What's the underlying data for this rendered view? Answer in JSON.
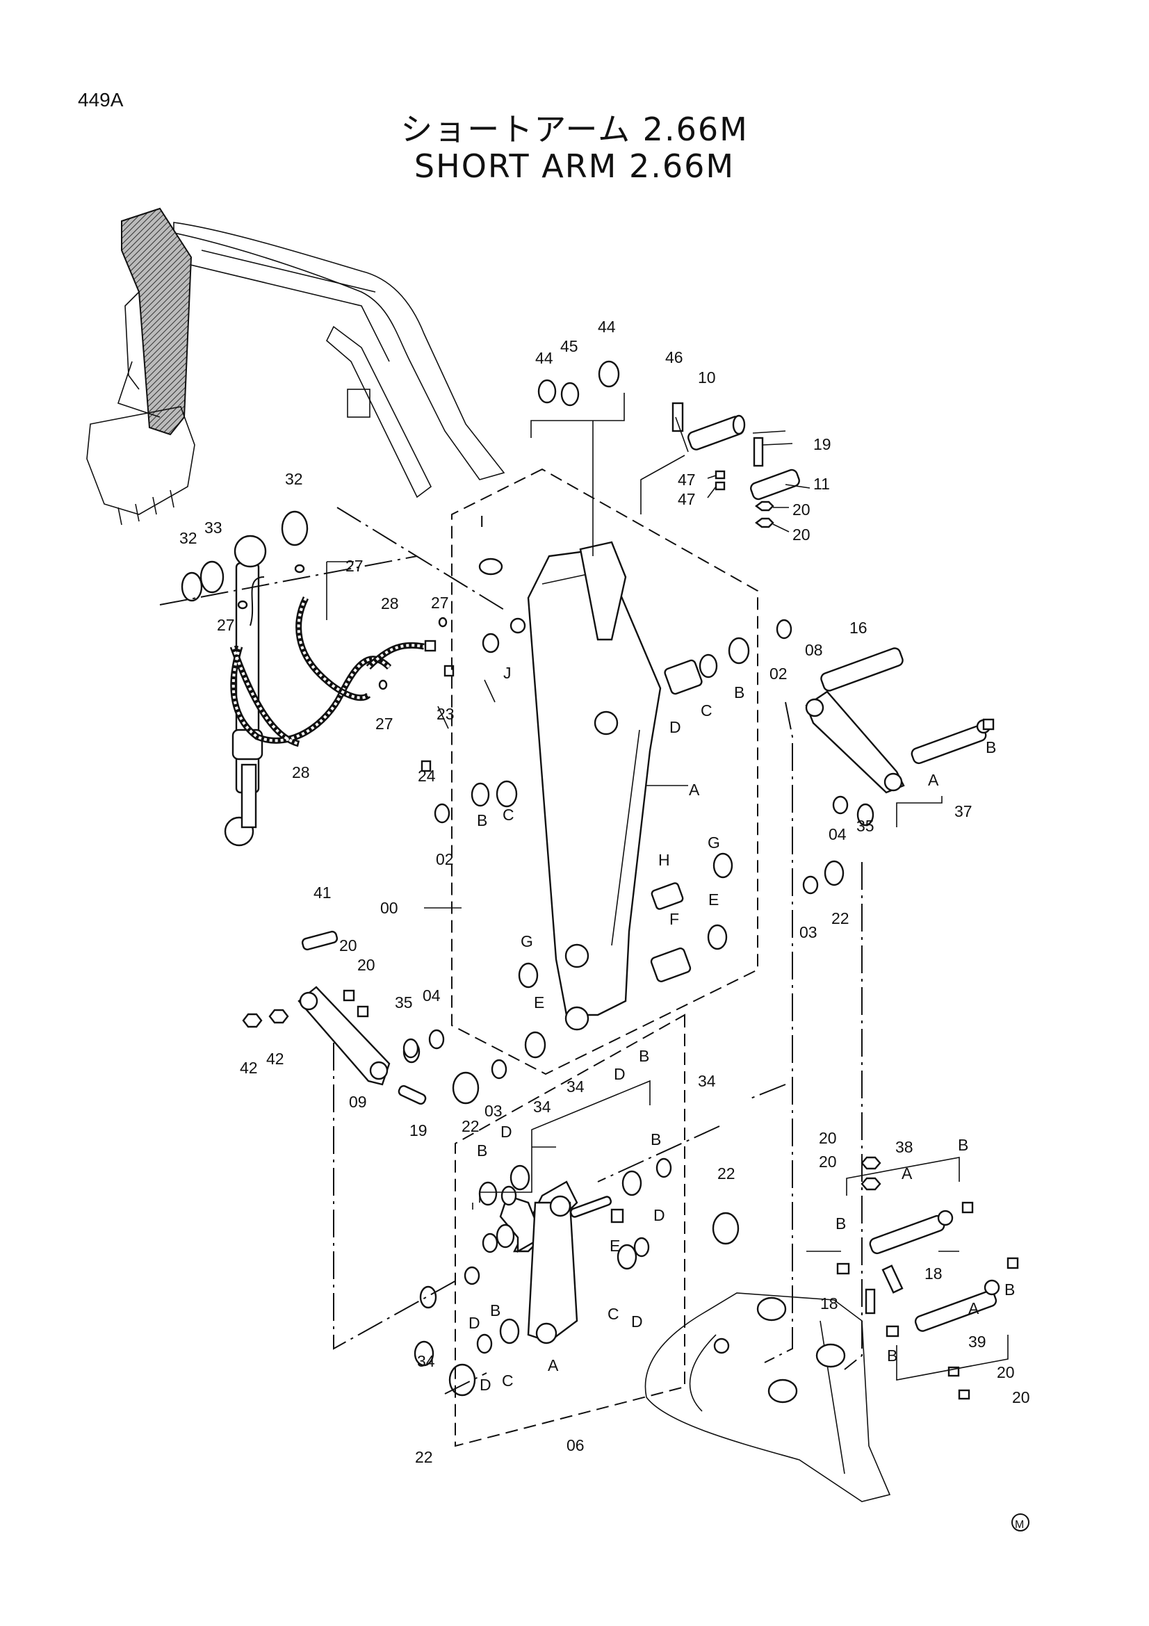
{
  "page_id": "449A",
  "title_jp": "ショートアーム 2.66M",
  "title_en": "SHORT ARM 2.66M",
  "mark": "M",
  "callouts": [
    {
      "id": "c44a",
      "text": "44"
    },
    {
      "id": "c45",
      "text": "45"
    },
    {
      "id": "c44b",
      "text": "44"
    },
    {
      "id": "c46",
      "text": "46"
    },
    {
      "id": "c10",
      "text": "10"
    },
    {
      "id": "c19a",
      "text": "19"
    },
    {
      "id": "c11",
      "text": "11"
    },
    {
      "id": "c47a",
      "text": "47"
    },
    {
      "id": "c47b",
      "text": "47"
    },
    {
      "id": "c20a",
      "text": "20"
    },
    {
      "id": "c20b",
      "text": "20"
    },
    {
      "id": "cI",
      "text": "I"
    },
    {
      "id": "c32a",
      "text": "32"
    },
    {
      "id": "c33",
      "text": "33"
    },
    {
      "id": "c32b",
      "text": "32"
    },
    {
      "id": "c27a",
      "text": "27"
    },
    {
      "id": "c27b",
      "text": "27"
    },
    {
      "id": "c28a",
      "text": "28"
    },
    {
      "id": "c27c",
      "text": "27"
    },
    {
      "id": "cJ",
      "text": "J"
    },
    {
      "id": "c23",
      "text": "23"
    },
    {
      "id": "c27d",
      "text": "27"
    },
    {
      "id": "c28b",
      "text": "28"
    },
    {
      "id": "c24",
      "text": "24"
    },
    {
      "id": "c02a",
      "text": "02"
    },
    {
      "id": "cD1",
      "text": "D"
    },
    {
      "id": "cC1",
      "text": "C"
    },
    {
      "id": "cB1",
      "text": "B"
    },
    {
      "id": "c16",
      "text": "16"
    },
    {
      "id": "c08",
      "text": "08"
    },
    {
      "id": "cB2",
      "text": "B"
    },
    {
      "id": "cA1",
      "text": "A"
    },
    {
      "id": "c37",
      "text": "37"
    },
    {
      "id": "cA2",
      "text": "A"
    },
    {
      "id": "cB3",
      "text": "B"
    },
    {
      "id": "cC2",
      "text": "C"
    },
    {
      "id": "c02b",
      "text": "02"
    },
    {
      "id": "c04a",
      "text": "04"
    },
    {
      "id": "c35a",
      "text": "35"
    },
    {
      "id": "cG1",
      "text": "G"
    },
    {
      "id": "cH",
      "text": "H"
    },
    {
      "id": "cE1",
      "text": "E"
    },
    {
      "id": "cF",
      "text": "F"
    },
    {
      "id": "c03a",
      "text": "03"
    },
    {
      "id": "c22a",
      "text": "22"
    },
    {
      "id": "c00",
      "text": "00"
    },
    {
      "id": "c41",
      "text": "41"
    },
    {
      "id": "c20c",
      "text": "20"
    },
    {
      "id": "c20d",
      "text": "20"
    },
    {
      "id": "cG2",
      "text": "G"
    },
    {
      "id": "c35b",
      "text": "35"
    },
    {
      "id": "c04b",
      "text": "04"
    },
    {
      "id": "cE2",
      "text": "E"
    },
    {
      "id": "c42a",
      "text": "42"
    },
    {
      "id": "c42b",
      "text": "42"
    },
    {
      "id": "c09",
      "text": "09"
    },
    {
      "id": "c19b",
      "text": "19"
    },
    {
      "id": "c22b",
      "text": "22"
    },
    {
      "id": "c03b",
      "text": "03"
    },
    {
      "id": "c34a",
      "text": "34"
    },
    {
      "id": "c34b",
      "text": "34"
    },
    {
      "id": "cD2",
      "text": "D"
    },
    {
      "id": "cB4",
      "text": "B"
    },
    {
      "id": "c34c",
      "text": "34"
    },
    {
      "id": "cB5",
      "text": "B"
    },
    {
      "id": "cD3",
      "text": "D"
    },
    {
      "id": "cB6",
      "text": "B"
    },
    {
      "id": "cD4",
      "text": "D"
    },
    {
      "id": "cE3",
      "text": "E"
    },
    {
      "id": "c22c",
      "text": "22"
    },
    {
      "id": "c20e",
      "text": "20"
    },
    {
      "id": "c20f",
      "text": "20"
    },
    {
      "id": "c38",
      "text": "38"
    },
    {
      "id": "cA3",
      "text": "A"
    },
    {
      "id": "cB7",
      "text": "B"
    },
    {
      "id": "cB8",
      "text": "B"
    },
    {
      "id": "c18a",
      "text": "18"
    },
    {
      "id": "c18b",
      "text": "18"
    },
    {
      "id": "cA4",
      "text": "A"
    },
    {
      "id": "cB9",
      "text": "B"
    },
    {
      "id": "c39",
      "text": "39"
    },
    {
      "id": "cB10",
      "text": "B"
    },
    {
      "id": "c20g",
      "text": "20"
    },
    {
      "id": "c20h",
      "text": "20"
    },
    {
      "id": "cD5",
      "text": "D"
    },
    {
      "id": "cB11",
      "text": "B"
    },
    {
      "id": "cA5",
      "text": "A"
    },
    {
      "id": "cC3",
      "text": "C"
    },
    {
      "id": "cD6",
      "text": "D"
    },
    {
      "id": "c34d",
      "text": "34"
    },
    {
      "id": "cD7",
      "text": "D"
    },
    {
      "id": "cC4",
      "text": "C"
    },
    {
      "id": "c22d",
      "text": "22"
    },
    {
      "id": "c06",
      "text": "06"
    }
  ]
}
